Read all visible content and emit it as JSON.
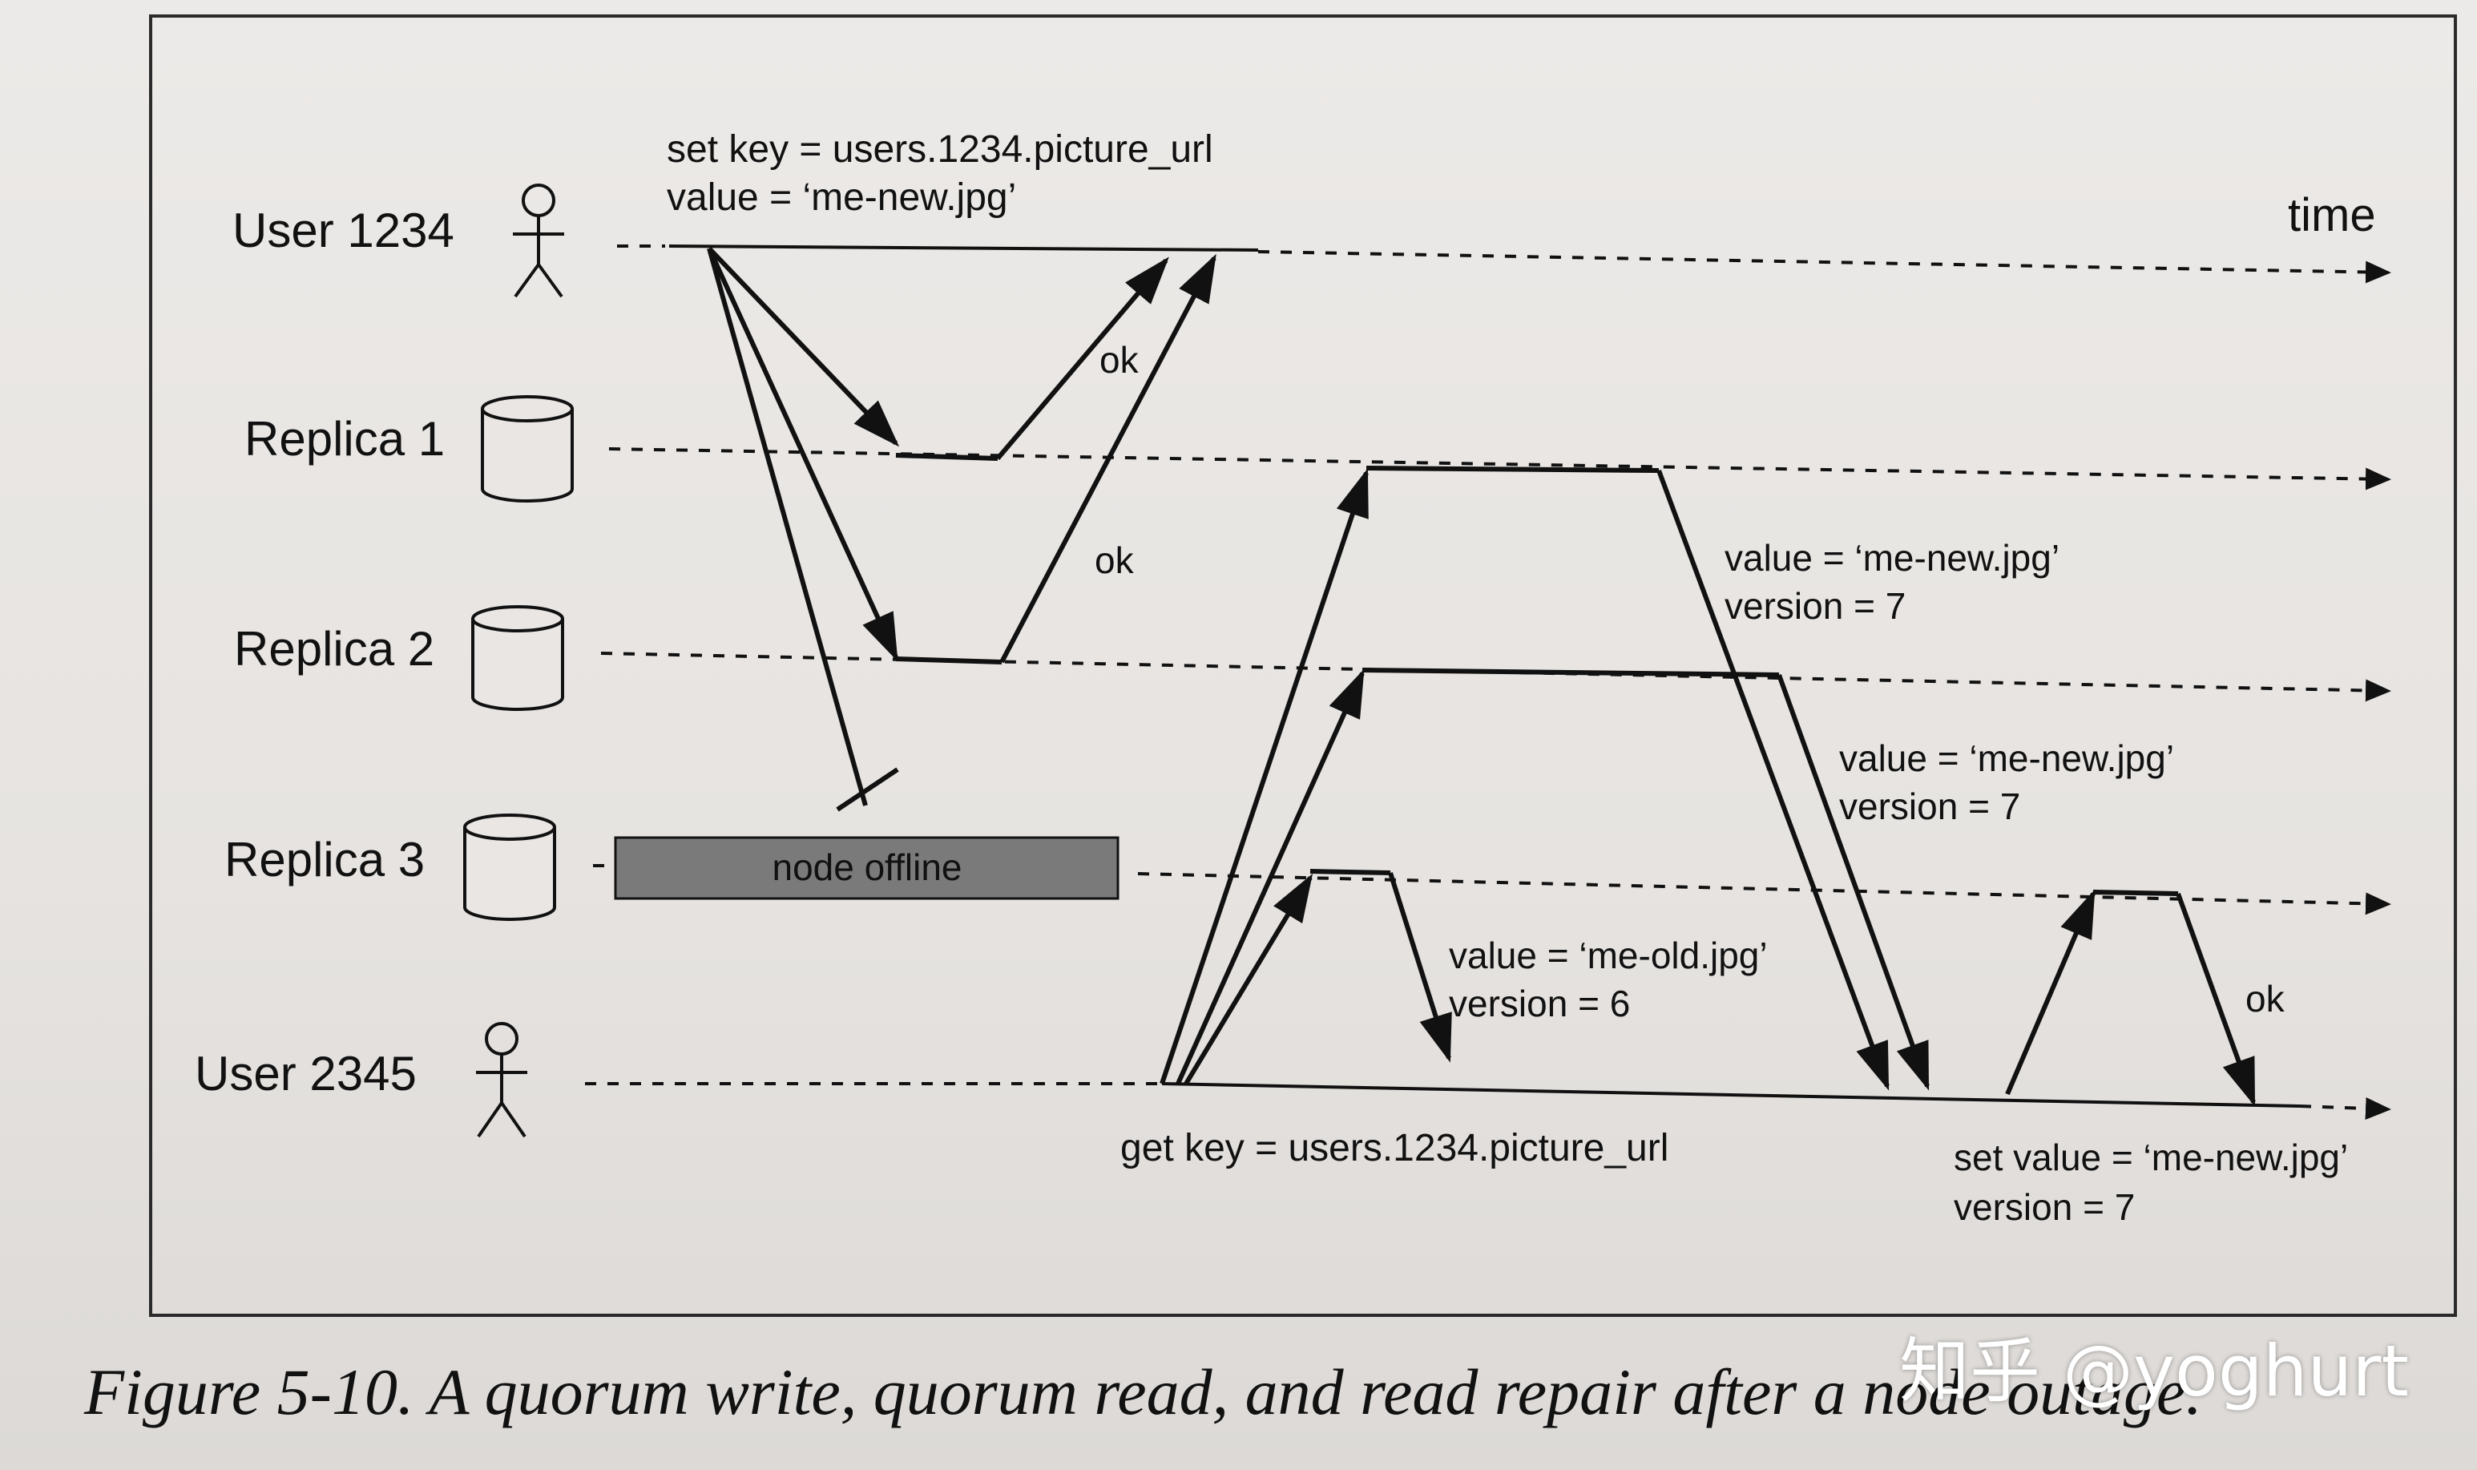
{
  "figure": {
    "caption": "Figure 5-10. A quorum write, quorum read, and read repair after a node outage.",
    "watermark": "知乎 @yoghurt"
  },
  "timeline_label": "time",
  "actors": {
    "user1": "User 1234",
    "replica1": "Replica 1",
    "replica2": "Replica 2",
    "replica3": "Replica 3",
    "user2": "User 2345"
  },
  "offline_label": "node offline",
  "write_request": {
    "line1": "set key = users.1234.picture_url",
    "line2": "value = ‘me-new.jpg’"
  },
  "acks": {
    "replica1_ok": "ok",
    "replica2_ok": "ok",
    "repair_ok": "ok"
  },
  "read_request": "get key = users.1234.picture_url",
  "responses": {
    "replica1": {
      "value": "value = ‘me-new.jpg’",
      "version": "version = 7"
    },
    "replica2": {
      "value": "value = ‘me-new.jpg’",
      "version": "version = 7"
    },
    "replica3": {
      "value": "value = ‘me-old.jpg’",
      "version": "version = 6"
    }
  },
  "repair_request": {
    "value": "set value = ‘me-new.jpg’",
    "version": "version = 7"
  },
  "colors": {
    "ink": "#111111",
    "offline_box": "#7a7a7a",
    "paper": "#e7e4e1"
  },
  "icons": [
    "stick-figure-icon",
    "database-cylinder-icon"
  ]
}
